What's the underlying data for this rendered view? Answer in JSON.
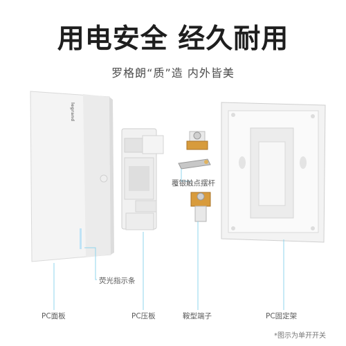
{
  "headline": "用电安全 经久耐用",
  "subheadline": "罗格朗“质”造 内外皆美",
  "brand_logo": "legrand",
  "labels": {
    "silver_contact": "覆银触点摆杆",
    "indicator": "荧光指示条",
    "pc_panel": "PC面板",
    "pc_press": "PC压板",
    "saddle_terminal": "鞍型端子",
    "pc_frame": "PC固定架"
  },
  "footnote": "*图示为单开开关",
  "colors": {
    "panel": "#f7f7f7",
    "indicator": "#bfe3f6",
    "leader_line": "#8fd4ee",
    "text": "#1e1e1e"
  }
}
